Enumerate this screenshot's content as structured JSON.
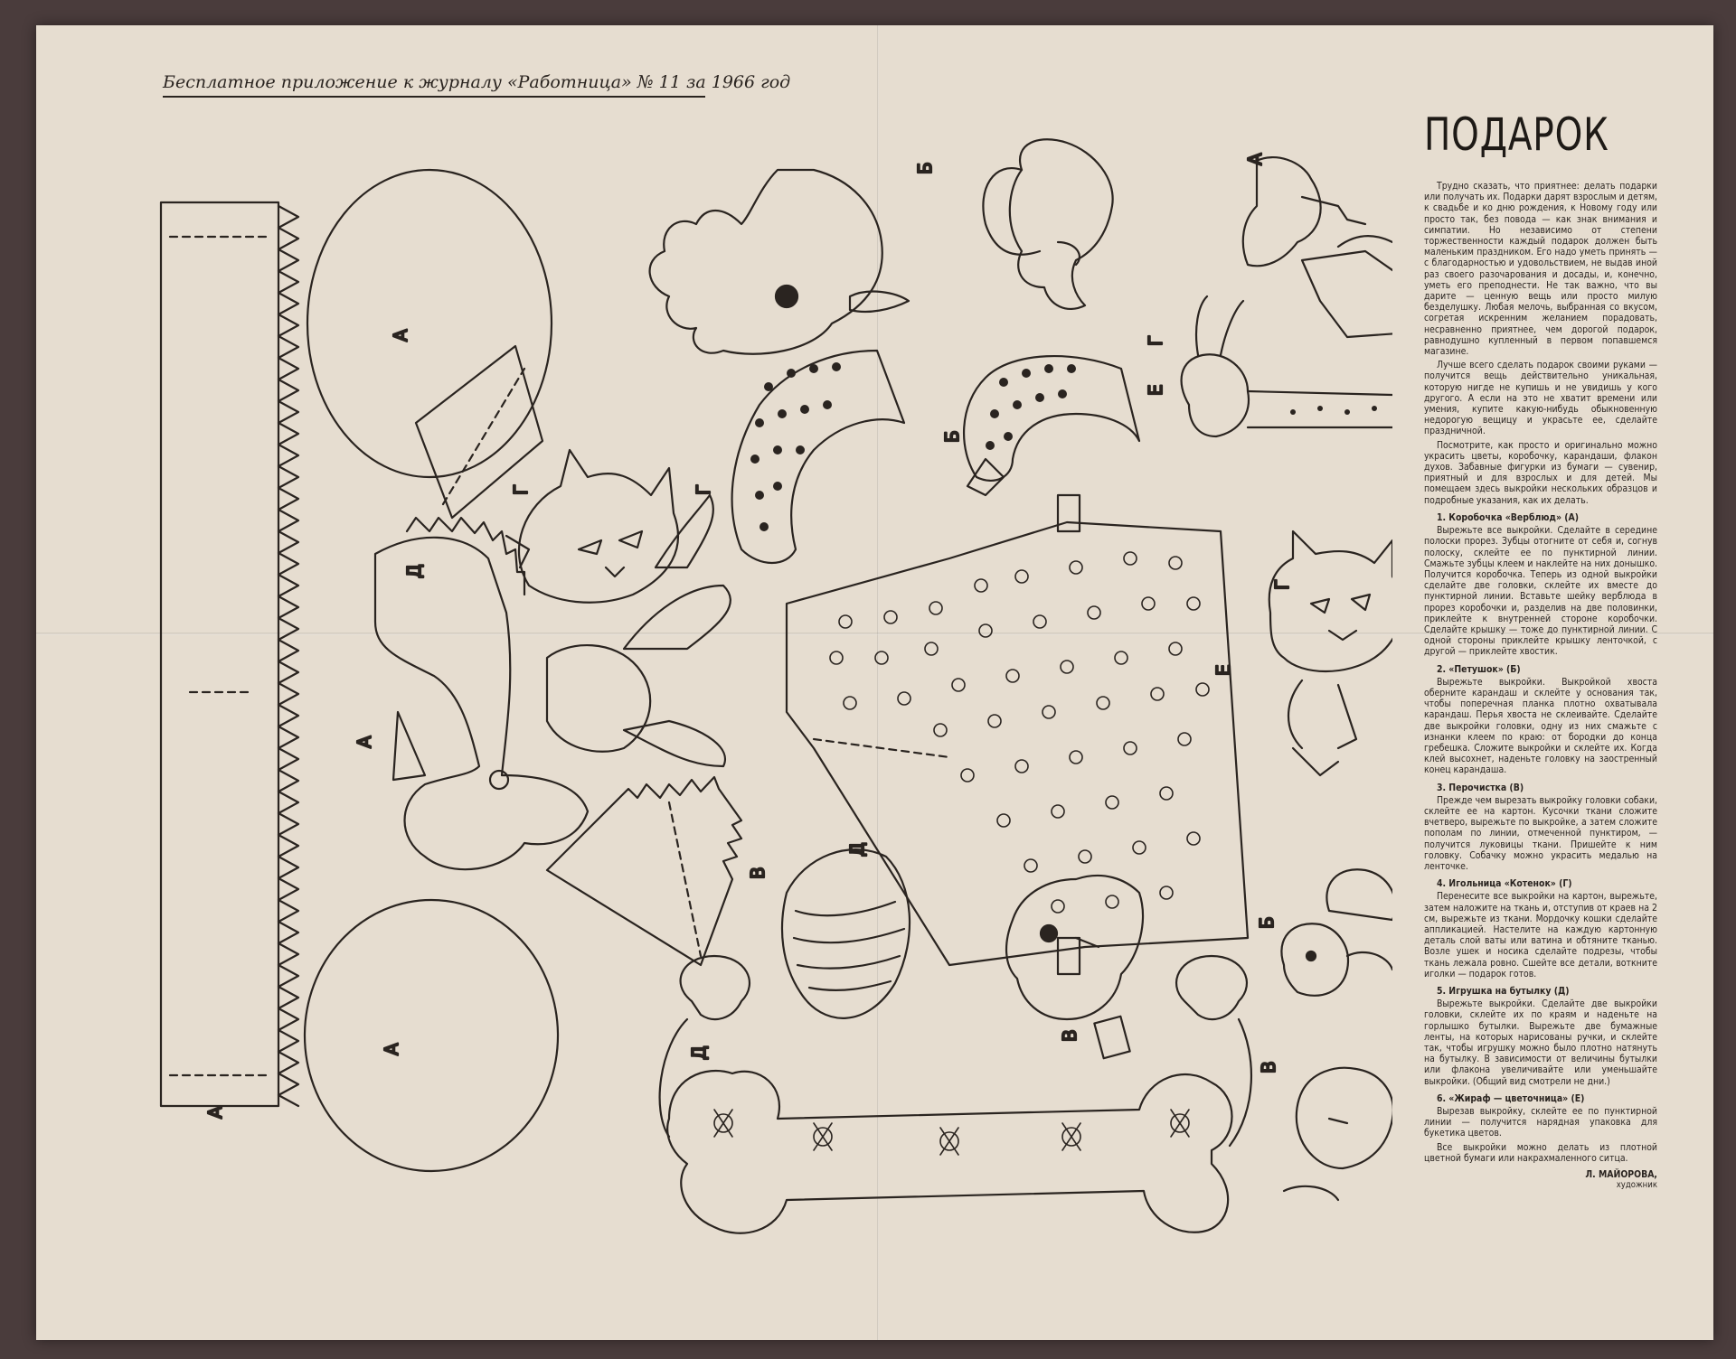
{
  "header": {
    "supplement": "Бесплатное приложение к журналу «Работница» № 11 за 1966 год"
  },
  "title": "ПОДАРОК",
  "article": {
    "intro": [
      "Трудно сказать, что приятнее: делать подарки или получать их. Подарки дарят взрослым и детям, к свадьбе и ко дню рождения, к Новому году или просто так, без повода — как знак внимания и симпатии. Но независимо от степени торжественности каждый подарок должен быть маленьким праздником. Его надо уметь принять — с благодарностью и удовольствием, не выдав иной раз своего разочарования и досады, и, конечно, уметь его преподнести. Не так важно, что вы дарите — ценную вещь или просто милую безделушку. Любая мелочь, выбранная со вкусом, согретая искренним желанием порадовать, несравненно приятнее, чем дорогой подарок, равнодушно купленный в первом попавшемся магазине.",
      "Лучше всего сделать подарок своими руками — получится вещь действительно уникальная, которую нигде не купишь и не увидишь у кого другого. А если на это не хватит времени или умения, купите какую-нибудь обыкновенную недорогую вещицу и украсьте ее, сделайте праздничной.",
      "Посмотрите, как просто и оригинально можно украсить цветы, коробочку, карандаши, флакон духов. Забавные фигурки из бумаги — сувенир, приятный и для взрослых и для детей. Мы помещаем здесь выкройки нескольких образцов и подробные указания, как их делать."
    ],
    "sections": [
      {
        "heading": "1. Коробочка «Верблюд» (А)",
        "text": "Вырежьте все выкройки. Сделайте в середине полоски прорез. Зубцы отогните от себя и, согнув полоску, склейте ее по пунктирной линии. Смажьте зубцы клеем и наклейте на них донышко. Получится коробочка. Теперь из одной выкройки сделайте две головки, склейте их вместе до пунктирной линии. Вставьте шейку верблюда в прорез коробочки и, разделив на две половинки, приклейте к внутренней стороне коробочки. Сделайте крышку — тоже до пунктирной линии. С одной стороны приклейте крышку ленточкой, с другой — приклейте хвостик."
      },
      {
        "heading": "2. «Петушок» (Б)",
        "text": "Вырежьте выкройки. Выкройкой хвоста оберните карандаш и склейте у основания так, чтобы поперечная планка плотно охватывала карандаш. Перья хвоста не склеивайте. Сделайте две выкройки головки, одну из них смажьте с изнанки клеем по краю: от бородки до конца гребешка. Сложите выкройки и склейте их. Когда клей высохнет, наденьте головку на заостренный конец карандаша."
      },
      {
        "heading": "3. Перочистка (В)",
        "text": "Прежде чем вырезать выкройку головки собаки, склейте ее на картон. Кусочки ткани сложите вчетверо, вырежьте по выкройке, а затем сложите пополам по линии, отмеченной пунктиром, — получится луковицы ткани. Пришейте к ним головку. Собачку можно украсить медалью на ленточке."
      },
      {
        "heading": "4. Игольница «Котенок» (Г)",
        "text": "Перенесите все выкройки на картон, вырежьте, затем наложите на ткань и, отступив от краев на 2 см, вырежьте из ткани. Мордочку кошки сделайте аппликацией. Настелите на каждую картонную деталь слой ваты или ватина и обтяните тканью. Возле ушек и носика сделайте подрезы, чтобы ткань лежала ровно. Сшейте все детали, воткните иголки — подарок готов."
      },
      {
        "heading": "5. Игрушка на бутылку (Д)",
        "text": "Вырежьте выкройки. Сделайте две выкройки головки, склейте их по краям и наденьте на горлышко бутылки. Вырежьте две бумажные ленты, на которых нарисованы ручки, и склейте так, чтобы игрушку можно было плотно натянуть на бутылку. В зависимости от величины бутылки или флакона увеличивайте или уменьшайте выкройки. (Общий вид смотрели не дни.)"
      },
      {
        "heading": "6. «Жираф — цветочница» (Е)",
        "text": "Вырезав выкройку, склейте ее по пунктирной линии — получится нарядная упаковка для букетика цветов."
      }
    ],
    "closing": "Все выкройки можно делать из плотной цветной бумаги или накрахмаленного ситца.",
    "author": "Л. МАЙОРОВА,",
    "author_role": "художник"
  },
  "labels": {
    "a": "А",
    "b": "Б",
    "v": "В",
    "g": "Г",
    "d": "Д",
    "e": "Е"
  }
}
